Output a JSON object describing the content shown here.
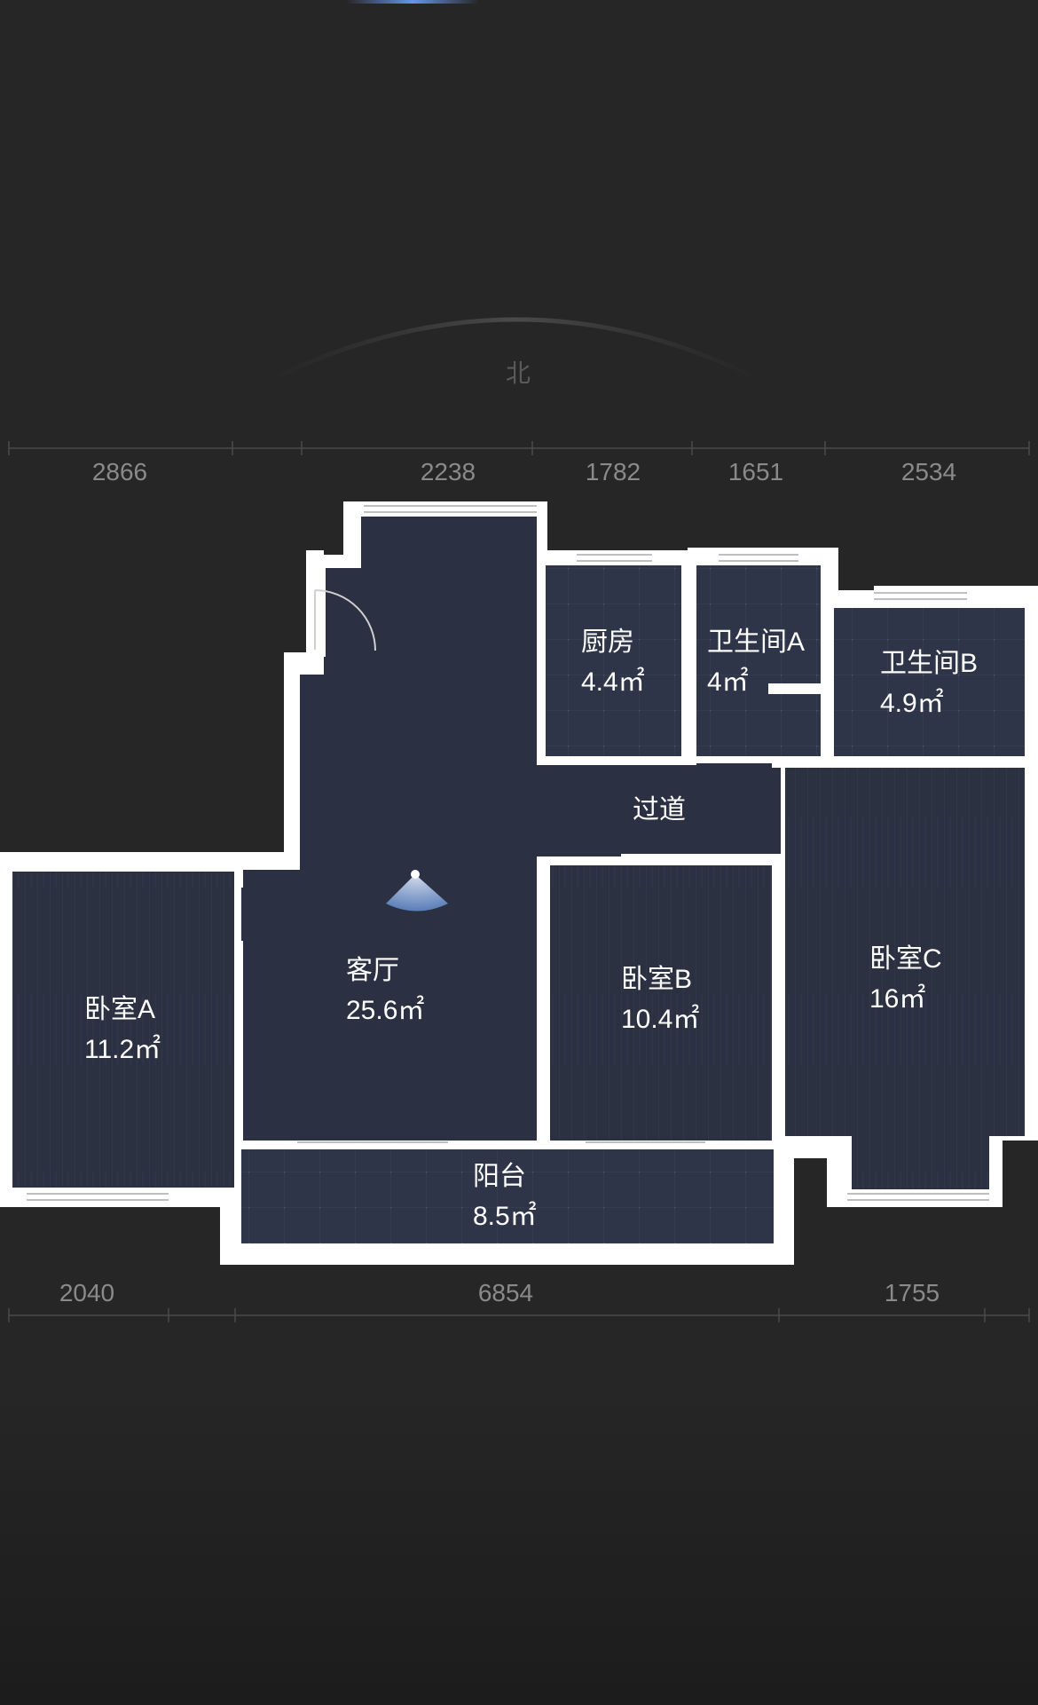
{
  "compass": {
    "direction": "北"
  },
  "dimensions": {
    "top": [
      "2866",
      "2238",
      "1782",
      "1651",
      "2534"
    ],
    "bottom": [
      "2040",
      "6854",
      "1755"
    ]
  },
  "rooms": {
    "kitchen": {
      "name": "厨房",
      "area": "4.4㎡"
    },
    "bath_a": {
      "name": "卫生间A",
      "area": "4㎡"
    },
    "bath_b": {
      "name": "卫生间B",
      "area": "4.9㎡"
    },
    "corridor": {
      "name": "过道"
    },
    "living": {
      "name": "客厅",
      "area": "25.6㎡"
    },
    "bedroom_a": {
      "name": "卧室A",
      "area": "11.2㎡"
    },
    "bedroom_b": {
      "name": "卧室B",
      "area": "10.4㎡"
    },
    "bedroom_c": {
      "name": "卧室C",
      "area": "16㎡"
    },
    "balcony": {
      "name": "阳台",
      "area": "8.5㎡"
    }
  },
  "colors": {
    "background": "#262626",
    "wall": "#ffffff",
    "room_fill": "#2b3142",
    "tile_fill": "#2f3549",
    "label": "#ffffff",
    "dimension_text": "#8a8a8a",
    "view_cone": "#7fa3d9"
  }
}
